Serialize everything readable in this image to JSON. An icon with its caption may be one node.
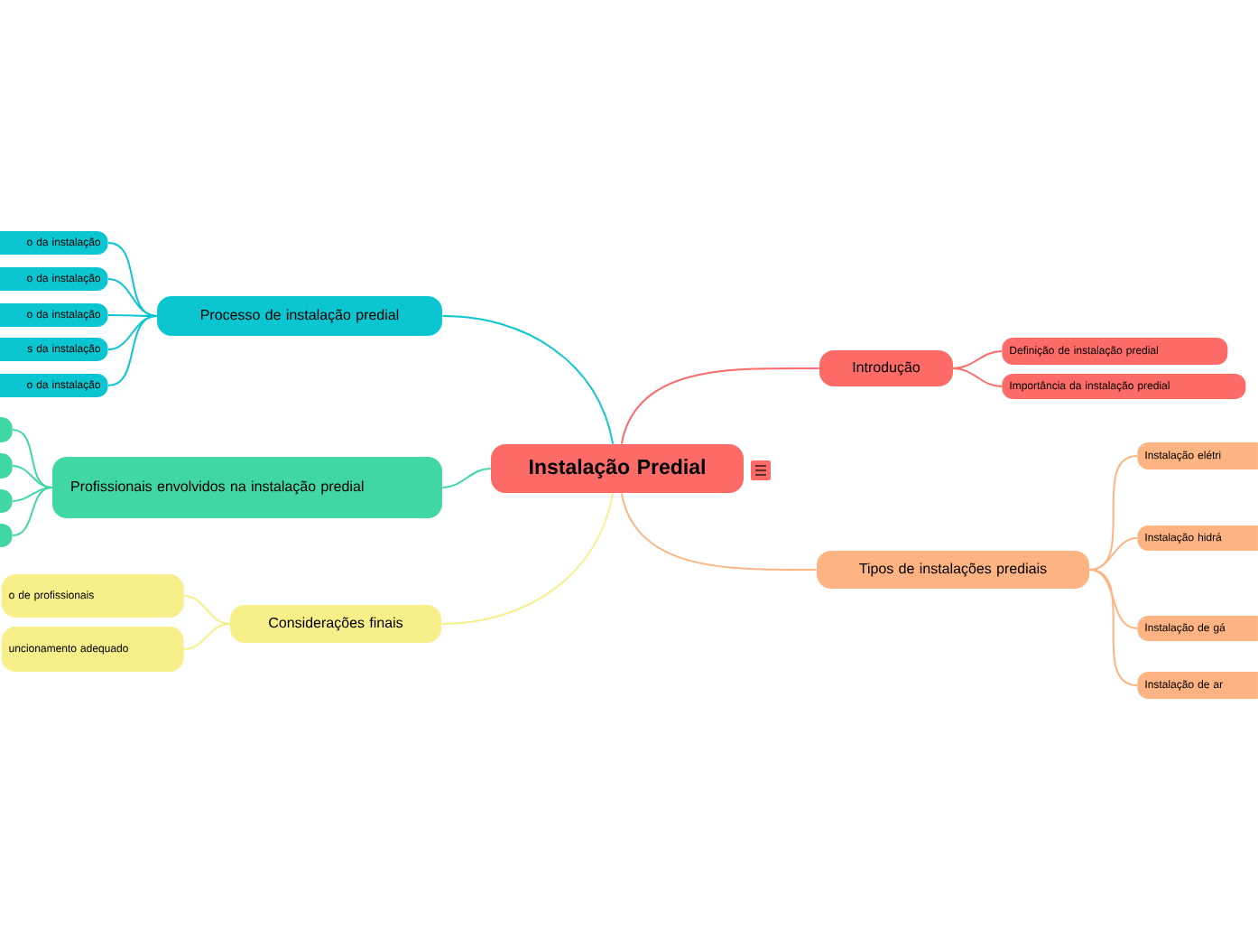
{
  "diagram": {
    "nodes": [
      {
        "text": [
          "Instalação Predial"
        ]
      },
      {
        "text": [
          "Introdução"
        ]
      },
      {
        "text": [
          "Definição de instalação predial"
        ]
      },
      {
        "text": [
          "Importância da instalação predial"
        ]
      },
      {
        "text": [
          "Tipos de instalações prediais"
        ]
      },
      {
        "text": [
          "Instalação elétri"
        ]
      },
      {
        "text": [
          "Instalação hidrá"
        ]
      },
      {
        "text": [
          "Instalação de gá"
        ]
      },
      {
        "text": [
          "Instalação de ar"
        ]
      },
      {
        "text": [
          "Processo de instalação predial"
        ]
      },
      {
        "text": [
          "o da instalação"
        ]
      },
      {
        "text": [
          "o da instalação"
        ]
      },
      {
        "text": [
          "o da instalação"
        ]
      },
      {
        "text": [
          "s da instalação"
        ]
      },
      {
        "text": [
          "o da instalação"
        ]
      },
      {
        "text": [
          "Profissionais envolvidos na instalação predial"
        ]
      },
      {
        "text": [],
        "shape": "box"
      },
      {
        "text": [],
        "shape": "box"
      },
      {
        "text": [],
        "shape": "box"
      },
      {
        "text": [],
        "shape": "box"
      },
      {
        "text": [
          "Considerações finais"
        ]
      },
      {
        "text": [
          "o de profissionais"
        ]
      },
      {
        "text": [
          "uncionamento adequado"
        ]
      }
    ],
    "edges": [
      {
        "from": 0,
        "to": 1,
        "arrow": "none",
        "color": "#fc6b68"
      },
      {
        "from": 1,
        "to": 2,
        "arrow": "none",
        "color": "#fc6b68"
      },
      {
        "from": 1,
        "to": 3,
        "arrow": "none",
        "color": "#fc6b68"
      },
      {
        "from": 0,
        "to": 4,
        "arrow": "none",
        "color": "#fdb482"
      },
      {
        "from": 4,
        "to": 5,
        "arrow": "none",
        "color": "#fdb482"
      },
      {
        "from": 4,
        "to": 6,
        "arrow": "none",
        "color": "#fdb482"
      },
      {
        "from": 4,
        "to": 7,
        "arrow": "none",
        "color": "#fdb482"
      },
      {
        "from": 4,
        "to": 8,
        "arrow": "none",
        "color": "#fdb482"
      },
      {
        "from": 0,
        "to": 9,
        "arrow": "none",
        "color": "#0bc6d1"
      },
      {
        "from": 9,
        "to": 10,
        "arrow": "none",
        "color": "#0bc6d1"
      },
      {
        "from": 9,
        "to": 11,
        "arrow": "none",
        "color": "#0bc6d1"
      },
      {
        "from": 9,
        "to": 12,
        "arrow": "none",
        "color": "#0bc6d1"
      },
      {
        "from": 9,
        "to": 13,
        "arrow": "none",
        "color": "#0bc6d1"
      },
      {
        "from": 9,
        "to": 14,
        "arrow": "none",
        "color": "#0bc6d1"
      },
      {
        "from": 0,
        "to": 15,
        "arrow": "none",
        "color": "#41d6a5"
      },
      {
        "from": 15,
        "to": 16,
        "arrow": "none",
        "color": "#41d6a5"
      },
      {
        "from": 15,
        "to": 17,
        "arrow": "none",
        "color": "#41d6a5"
      },
      {
        "from": 15,
        "to": 18,
        "arrow": "none",
        "color": "#41d6a5"
      },
      {
        "from": 15,
        "to": 19,
        "arrow": "none",
        "color": "#41d6a5"
      },
      {
        "from": 0,
        "to": 20,
        "arrow": "none",
        "color": "#f7ef8a"
      },
      {
        "from": 20,
        "to": 21,
        "arrow": "none",
        "color": "#f7ef8a"
      },
      {
        "from": 20,
        "to": 22,
        "arrow": "none",
        "color": "#f7ef8a"
      }
    ]
  }
}
